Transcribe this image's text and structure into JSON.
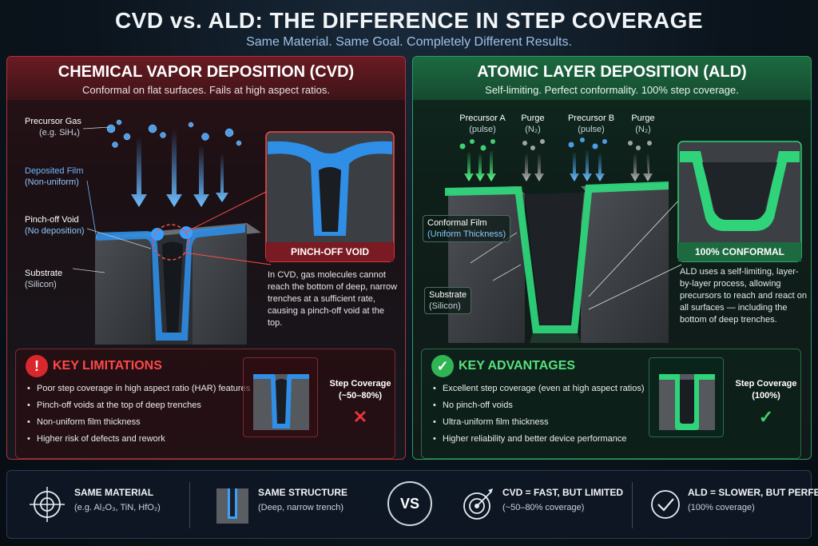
{
  "header": {
    "title": "CVD vs. ALD: THE DIFFERENCE IN STEP COVERAGE",
    "subtitle": "Same Material. Same Goal. Completely Different Results."
  },
  "cvd": {
    "title": "CHEMICAL VAPOR DEPOSITION (CVD)",
    "subtitle": "Conformal on flat surfaces. Fails at high aspect ratios.",
    "labels": {
      "precursor": "Precursor Gas",
      "precursor_sub": "(e.g. SiH₄)",
      "film": "Deposited Film",
      "film_sub": "(Non-uniform)",
      "void": "Pinch-off Void",
      "void_sub": "(No deposition)",
      "substrate": "Substrate",
      "substrate_sub": "(Silicon)"
    },
    "zoom_tag": "PINCH-OFF VOID",
    "description": "In CVD, gas molecules cannot reach the bottom of deep, narrow trenches at a sufficient rate, causing a pinch-off void at the top.",
    "key": {
      "title": "KEY LIMITATIONS",
      "icon": "!",
      "items": [
        "Poor step coverage in high aspect ratio (HAR) features",
        "Pinch-off voids at the top of deep trenches",
        "Non-uniform film thickness",
        "Higher risk of defects and rework"
      ],
      "step_coverage_label": "Step Coverage",
      "step_coverage_value": "(~50–80%)",
      "mark": "✕"
    }
  },
  "ald": {
    "title": "ATOMIC LAYER DEPOSITION (ALD)",
    "subtitle": "Self-limiting. Perfect conformality. 100% step coverage.",
    "labels": {
      "precursor_a": "Precursor A",
      "precursor_a_sub": "(pulse)",
      "purge1": "Purge",
      "purge1_sub": "(N₂)",
      "precursor_b": "Precursor B",
      "precursor_b_sub": "(pulse)",
      "purge2": "Purge",
      "purge2_sub": "(N₂)",
      "film": "Conformal Film",
      "film_sub": "(Uniform Thickness)",
      "substrate": "Substrate",
      "substrate_sub": "(Silicon)"
    },
    "zoom_tag": "100% CONFORMAL",
    "description": "ALD uses a self-limiting, layer-by-layer process, allowing precursors to reach and react on all surfaces — including the bottom of deep trenches.",
    "key": {
      "title": "KEY ADVANTAGES",
      "icon": "✓",
      "items": [
        "Excellent step coverage (even at high aspect ratios)",
        "No pinch-off voids",
        "Ultra-uniform film thickness",
        "Higher reliability and better device performance"
      ],
      "step_coverage_label": "Step Coverage",
      "step_coverage_value": "(100%)",
      "mark": "✓"
    }
  },
  "footer": {
    "same_material_title": "SAME MATERIAL",
    "same_material_desc": "(e.g. Al₂O₃, TiN, HfO₂)",
    "same_structure_title": "SAME STRUCTURE",
    "same_structure_desc": "(Deep, narrow trench)",
    "vs": "VS",
    "cvd_title": "CVD = FAST, BUT LIMITED",
    "cvd_desc": "(~50–80% coverage)",
    "ald_title": "ALD = SLOWER, BUT PERFECT",
    "ald_desc": "(100% coverage)"
  },
  "colors": {
    "cvd_accent": "#d8282e",
    "ald_accent": "#2fb554",
    "cvd_film": "#2f8ee6",
    "ald_film": "#2fd47a"
  }
}
